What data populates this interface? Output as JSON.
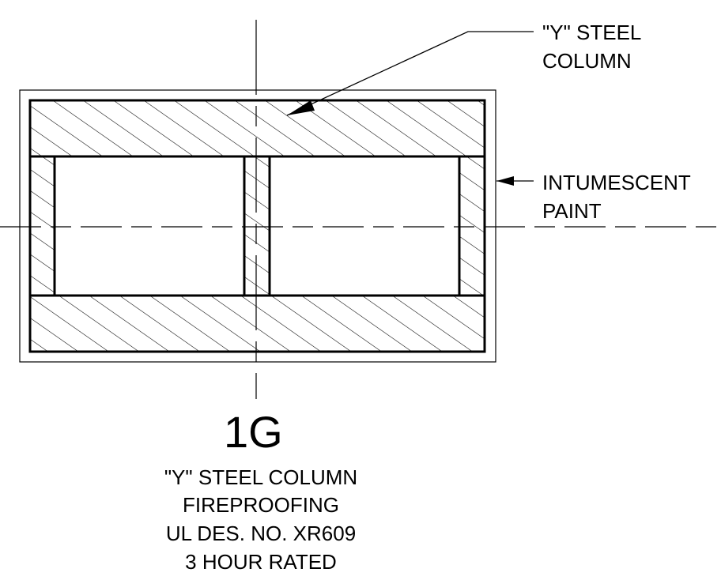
{
  "labels": {
    "column_line1": "\"Y\" STEEL",
    "column_line2": "COLUMN",
    "paint_line1": "INTUMESCENT",
    "paint_line2": "PAINT"
  },
  "detail": {
    "number": "1G",
    "caption": [
      "\"Y\" STEEL COLUMN",
      "FIREPROOFING",
      "UL DES. NO. XR609",
      "3 HOUR RATED"
    ]
  }
}
